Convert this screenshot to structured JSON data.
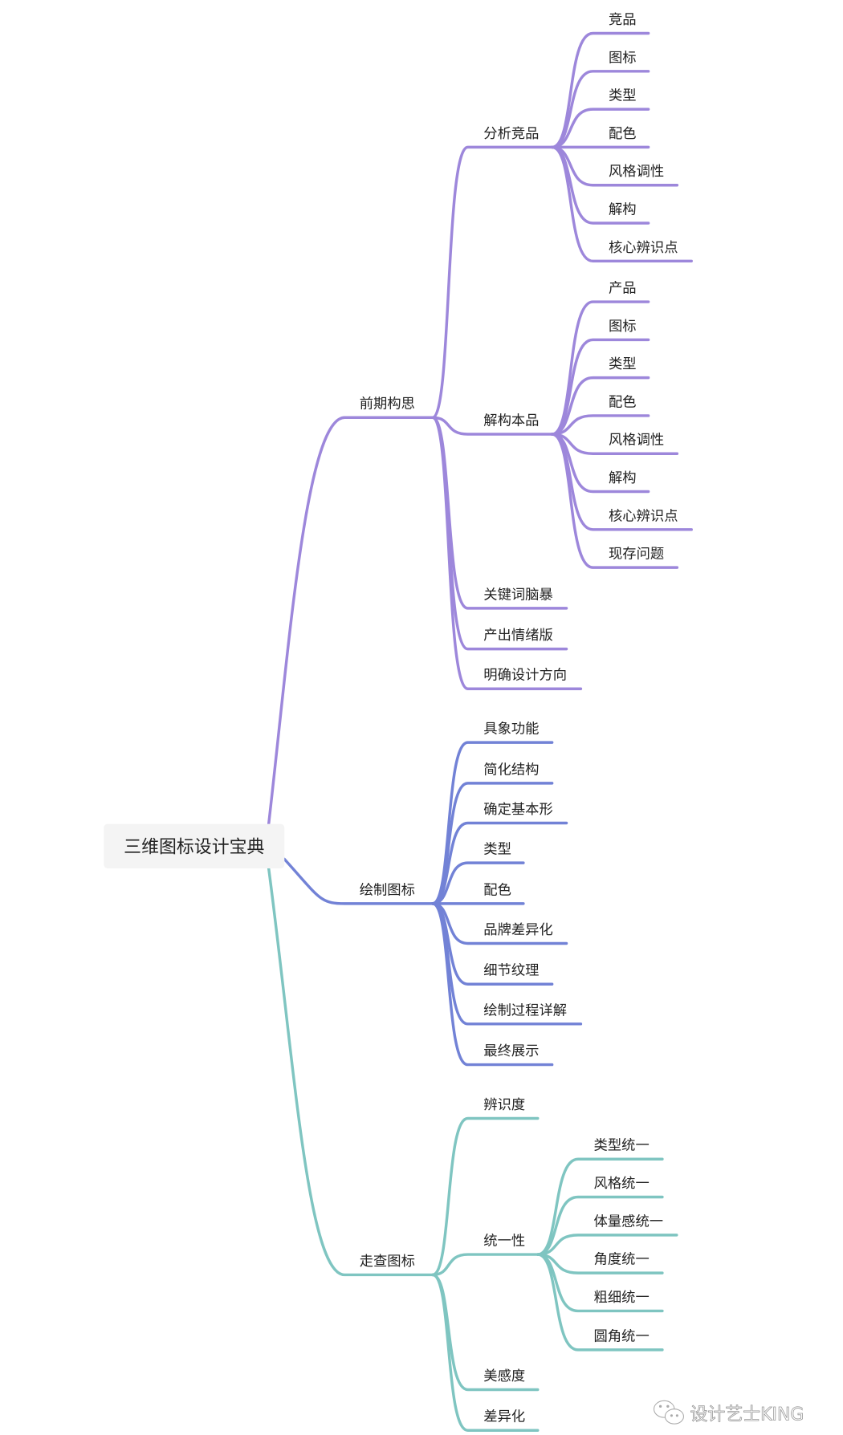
{
  "root": {
    "label": "三维图标设计宝典"
  },
  "colors": {
    "branch1": "#9d87db",
    "branch2": "#7282d6",
    "branch3": "#7fc5c1",
    "root_bg": "#f4f4f4",
    "text": "#222222"
  },
  "branches": [
    {
      "label": "前期构思",
      "children": [
        {
          "label": "分析竞品",
          "children": [
            {
              "label": "竞品"
            },
            {
              "label": "图标"
            },
            {
              "label": "类型"
            },
            {
              "label": "配色"
            },
            {
              "label": "风格调性"
            },
            {
              "label": "解构"
            },
            {
              "label": "核心辨识点"
            }
          ]
        },
        {
          "label": "解构本品",
          "children": [
            {
              "label": "产品"
            },
            {
              "label": "图标"
            },
            {
              "label": "类型"
            },
            {
              "label": "配色"
            },
            {
              "label": "风格调性"
            },
            {
              "label": "解构"
            },
            {
              "label": "核心辨识点"
            },
            {
              "label": "现存问题"
            }
          ]
        },
        {
          "label": "关键词脑暴"
        },
        {
          "label": "产出情绪版"
        },
        {
          "label": "明确设计方向"
        }
      ]
    },
    {
      "label": "绘制图标",
      "children": [
        {
          "label": "具象功能"
        },
        {
          "label": "简化结构"
        },
        {
          "label": "确定基本形"
        },
        {
          "label": "类型"
        },
        {
          "label": "配色"
        },
        {
          "label": "品牌差异化"
        },
        {
          "label": "细节纹理"
        },
        {
          "label": "绘制过程详解"
        },
        {
          "label": "最终展示"
        }
      ]
    },
    {
      "label": "走查图标",
      "children": [
        {
          "label": "辨识度"
        },
        {
          "label": "统一性",
          "children": [
            {
              "label": "类型统一"
            },
            {
              "label": "风格统一"
            },
            {
              "label": "体量感统一"
            },
            {
              "label": "角度统一"
            },
            {
              "label": "粗细统一"
            },
            {
              "label": "圆角统一"
            }
          ]
        },
        {
          "label": "美感度"
        },
        {
          "label": "差异化"
        }
      ]
    }
  ],
  "watermark": {
    "label": "设计艺士KING",
    "icon": "wechat-icon"
  }
}
